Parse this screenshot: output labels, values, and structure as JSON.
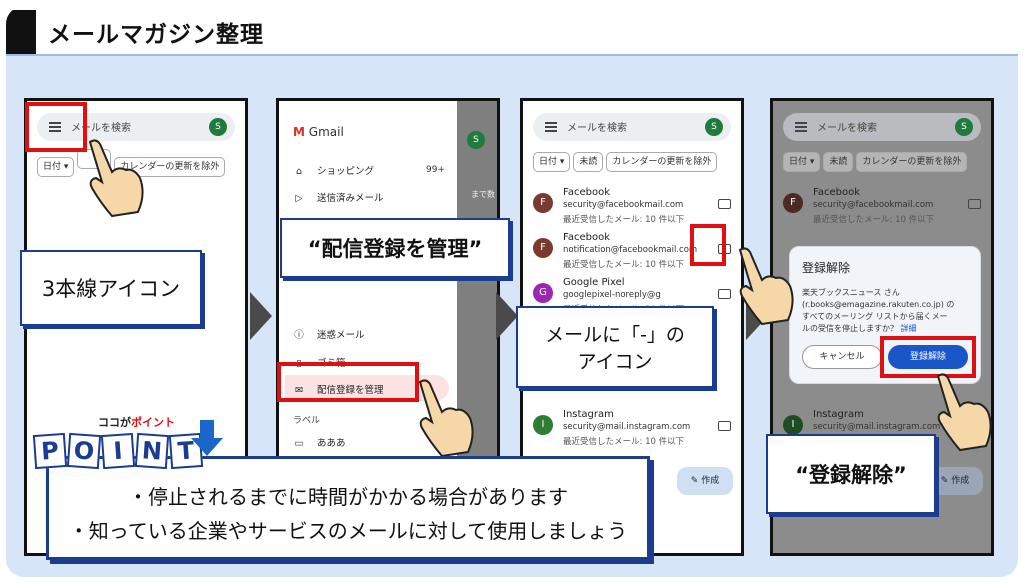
{
  "title": "メールマガジン整理",
  "search": {
    "placeholder": "メールを検索",
    "avatar": "S"
  },
  "chips": {
    "date": "日付 ▾",
    "unread": "未読",
    "exclude": "カレンダーの更新を除外"
  },
  "callouts": {
    "hamburger": "3本線アイコン",
    "manage": "“配信登録を管理”",
    "mail_icon_line1": "メールに「-」の",
    "mail_icon_line2": "アイコン",
    "unsubscribe": "“登録解除”"
  },
  "gmail_menu": {
    "logo": "Gmail",
    "items": [
      {
        "label": "ショッピング",
        "icon": "tag-icon",
        "count": "99+"
      },
      {
        "label": "送信済みメール",
        "icon": "send-icon"
      },
      {
        "label": "迷惑メール",
        "icon": "alert-icon"
      },
      {
        "label": "ゴミ箱",
        "icon": "trash-icon"
      },
      {
        "label": "配信登録を管理",
        "icon": "unsubscribe-icon"
      }
    ],
    "section_label": "ラベル",
    "label_item": "あああ",
    "side_text": "まで数"
  },
  "mails": [
    {
      "avatar": "F",
      "name": "Facebook",
      "email": "security@facebookmail.com",
      "detail": "最近受信したメール: 10 件以下",
      "color": "#7a3b2e"
    },
    {
      "avatar": "F",
      "name": "Facebook",
      "email": "notification@facebookmail.com",
      "detail": "最近受信したメール: 10 件以下",
      "color": "#7a3b2e"
    },
    {
      "avatar": "G",
      "name": "Google Pixel",
      "email": "googlepixel-noreply@g",
      "detail": "最近受信したメール: 10 件以下",
      "color": "#9c27b0"
    },
    {
      "avatar": "I",
      "name": "Instagram",
      "email": "security@mail.instagram.com",
      "detail": "最近受信したメール: 10 件以下",
      "color": "#2e7d32"
    }
  ],
  "dialog": {
    "title": "登録解除",
    "body_line1": "楽天ブックスニュース さん",
    "body_line2": "(r.books@emagazine.rakuten.co.jp) の",
    "body_line3": "すべてのメーリング リストから届くメー",
    "body_line4": "ルの受信を停止しますか？",
    "detail_link": "詳細",
    "cancel": "キャンセル",
    "confirm": "登録解除"
  },
  "compose": "作成",
  "point": {
    "sub_prefix": "ココが",
    "sub_highlight": "ポイント",
    "letters": [
      "P",
      "O",
      "I",
      "N",
      "T"
    ]
  },
  "notes": [
    "・停止されるまでに時間がかかる場合があります",
    "・知っている企業やサービスのメールに対して使用しましょう"
  ],
  "colors": {
    "accent_red": "#e01010",
    "navy": "#1b3d8f",
    "bg": "#d6e5f8"
  }
}
